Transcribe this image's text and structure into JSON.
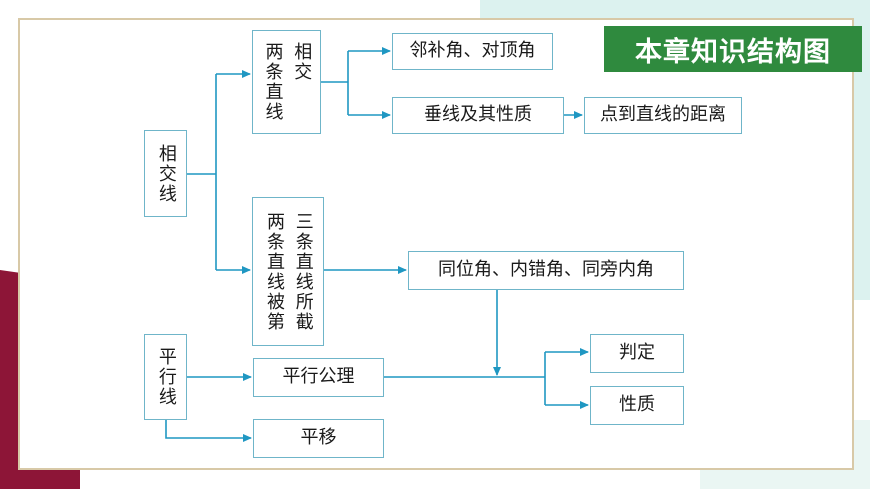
{
  "banner": {
    "title": "本章知识结构图"
  },
  "colors": {
    "accent": "#2f8a3e",
    "line": "#1f97c2",
    "box_border": "#6fb5c9",
    "frame": "#d8c9a7",
    "corner_teal": "#dcf2ef",
    "corner_red": "#8d1537"
  },
  "nodes": {
    "intersecting_lines": "相交线",
    "two_lines_intersect": {
      "col1": "两条直线",
      "col2": "相交"
    },
    "adjacent_vertical_angles": "邻补角、对顶角",
    "perpendicular_props": "垂线及其性质",
    "point_line_distance": "点到直线的距离",
    "three_lines": {
      "col1": "两条直线被第",
      "col2": "三条直线所截"
    },
    "angle_types": "同位角、内错角、同旁内角",
    "parallel_lines": "平行线",
    "parallel_axiom": "平行公理",
    "determination": "判定",
    "properties": "性质",
    "translation": "平移"
  }
}
